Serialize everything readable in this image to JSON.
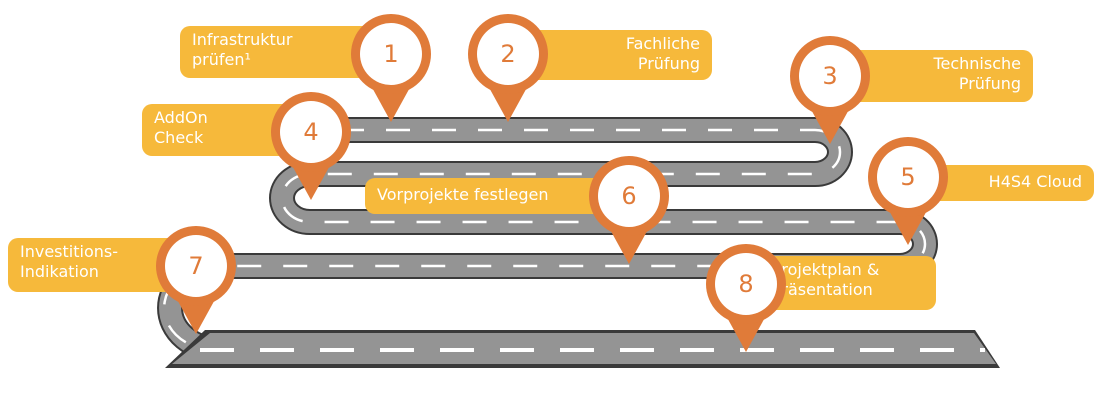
{
  "colors": {
    "road": "#8C8C8C",
    "road_edge": "#3A3A3A",
    "lane_marks": "#FFFFFF",
    "pin": "#E07B39",
    "label_bg": "#F6B93B",
    "label_text": "#FFFFFF"
  },
  "stations": [
    {
      "number": "1",
      "lines": [
        "Infrastruktur",
        "prüfen¹"
      ]
    },
    {
      "number": "2",
      "lines": [
        "Fachliche",
        "Prüfung"
      ]
    },
    {
      "number": "3",
      "lines": [
        "Technische",
        "Prüfung"
      ]
    },
    {
      "number": "4",
      "lines": [
        "AddOn",
        "Check"
      ]
    },
    {
      "number": "5",
      "lines": [
        "H4S4 Cloud"
      ]
    },
    {
      "number": "6",
      "lines": [
        "Vorprojekte festlegen"
      ]
    },
    {
      "number": "7",
      "lines": [
        "Investitions-",
        "Indikation"
      ]
    },
    {
      "number": "8",
      "lines": [
        "Projektplan &",
        "Präsentation"
      ]
    }
  ]
}
